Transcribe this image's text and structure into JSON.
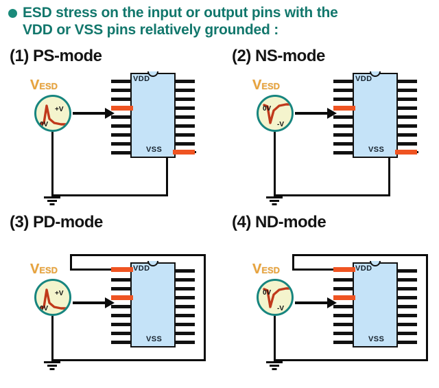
{
  "heading": {
    "bullet_color": "#1a8a7a",
    "text_color": "#12776c",
    "line1": "ESD stress on the input or output pins with the",
    "line2": "VDD or VSS pins relatively grounded :"
  },
  "colors": {
    "chip_body": "#c5e3f8",
    "chip_outline": "#111111",
    "pin": "#111111",
    "hot_pin": "#ef5422",
    "source_fill": "#f4f4cd",
    "source_border": "#17857f",
    "source_label": "#e8a33d",
    "waveform": "#c0391b",
    "wire": "#0b0b0b",
    "title": "#141414"
  },
  "chip": {
    "vdd_label": "VDD",
    "vss_label": "VSS",
    "pins_per_side": 9
  },
  "source": {
    "label_main": "V",
    "label_sub": "ESD"
  },
  "panels": [
    {
      "id": "ps-mode",
      "index": "(1)",
      "title": "(1) PS-mode",
      "name": "PS-mode",
      "polarity": "positive",
      "level_top": "+V",
      "level_bottom": "0V",
      "stressed_pin": "input",
      "grounded_pin": "VSS",
      "hot_left_pin_index": 3,
      "hot_right_pin_index": 8,
      "return_route": "vss-right-down-ground"
    },
    {
      "id": "ns-mode",
      "index": "(2)",
      "title": "(2) NS-mode",
      "name": "NS-mode",
      "polarity": "negative",
      "level_top": "0V",
      "level_bottom": "-V",
      "stressed_pin": "input",
      "grounded_pin": "VSS",
      "hot_left_pin_index": 3,
      "hot_right_pin_index": 8,
      "return_route": "vss-right-down-ground"
    },
    {
      "id": "pd-mode",
      "index": "(3)",
      "title": "(3) PD-mode",
      "name": "PD-mode",
      "polarity": "positive",
      "level_top": "+V",
      "level_bottom": "0V",
      "stressed_pin": "input",
      "grounded_pin": "VDD",
      "hot_left_pin_index": 0,
      "hot_left_pin_index2": 3,
      "return_route": "vdd-left-up-over-right-down-ground"
    },
    {
      "id": "nd-mode",
      "index": "(4)",
      "title": "(4) ND-mode",
      "name": "ND-mode",
      "polarity": "negative",
      "level_top": "0V",
      "level_bottom": "-V",
      "stressed_pin": "input",
      "grounded_pin": "VDD",
      "hot_left_pin_index": 0,
      "hot_left_pin_index2": 3,
      "return_route": "vdd-left-up-over-right-down-ground"
    }
  ]
}
